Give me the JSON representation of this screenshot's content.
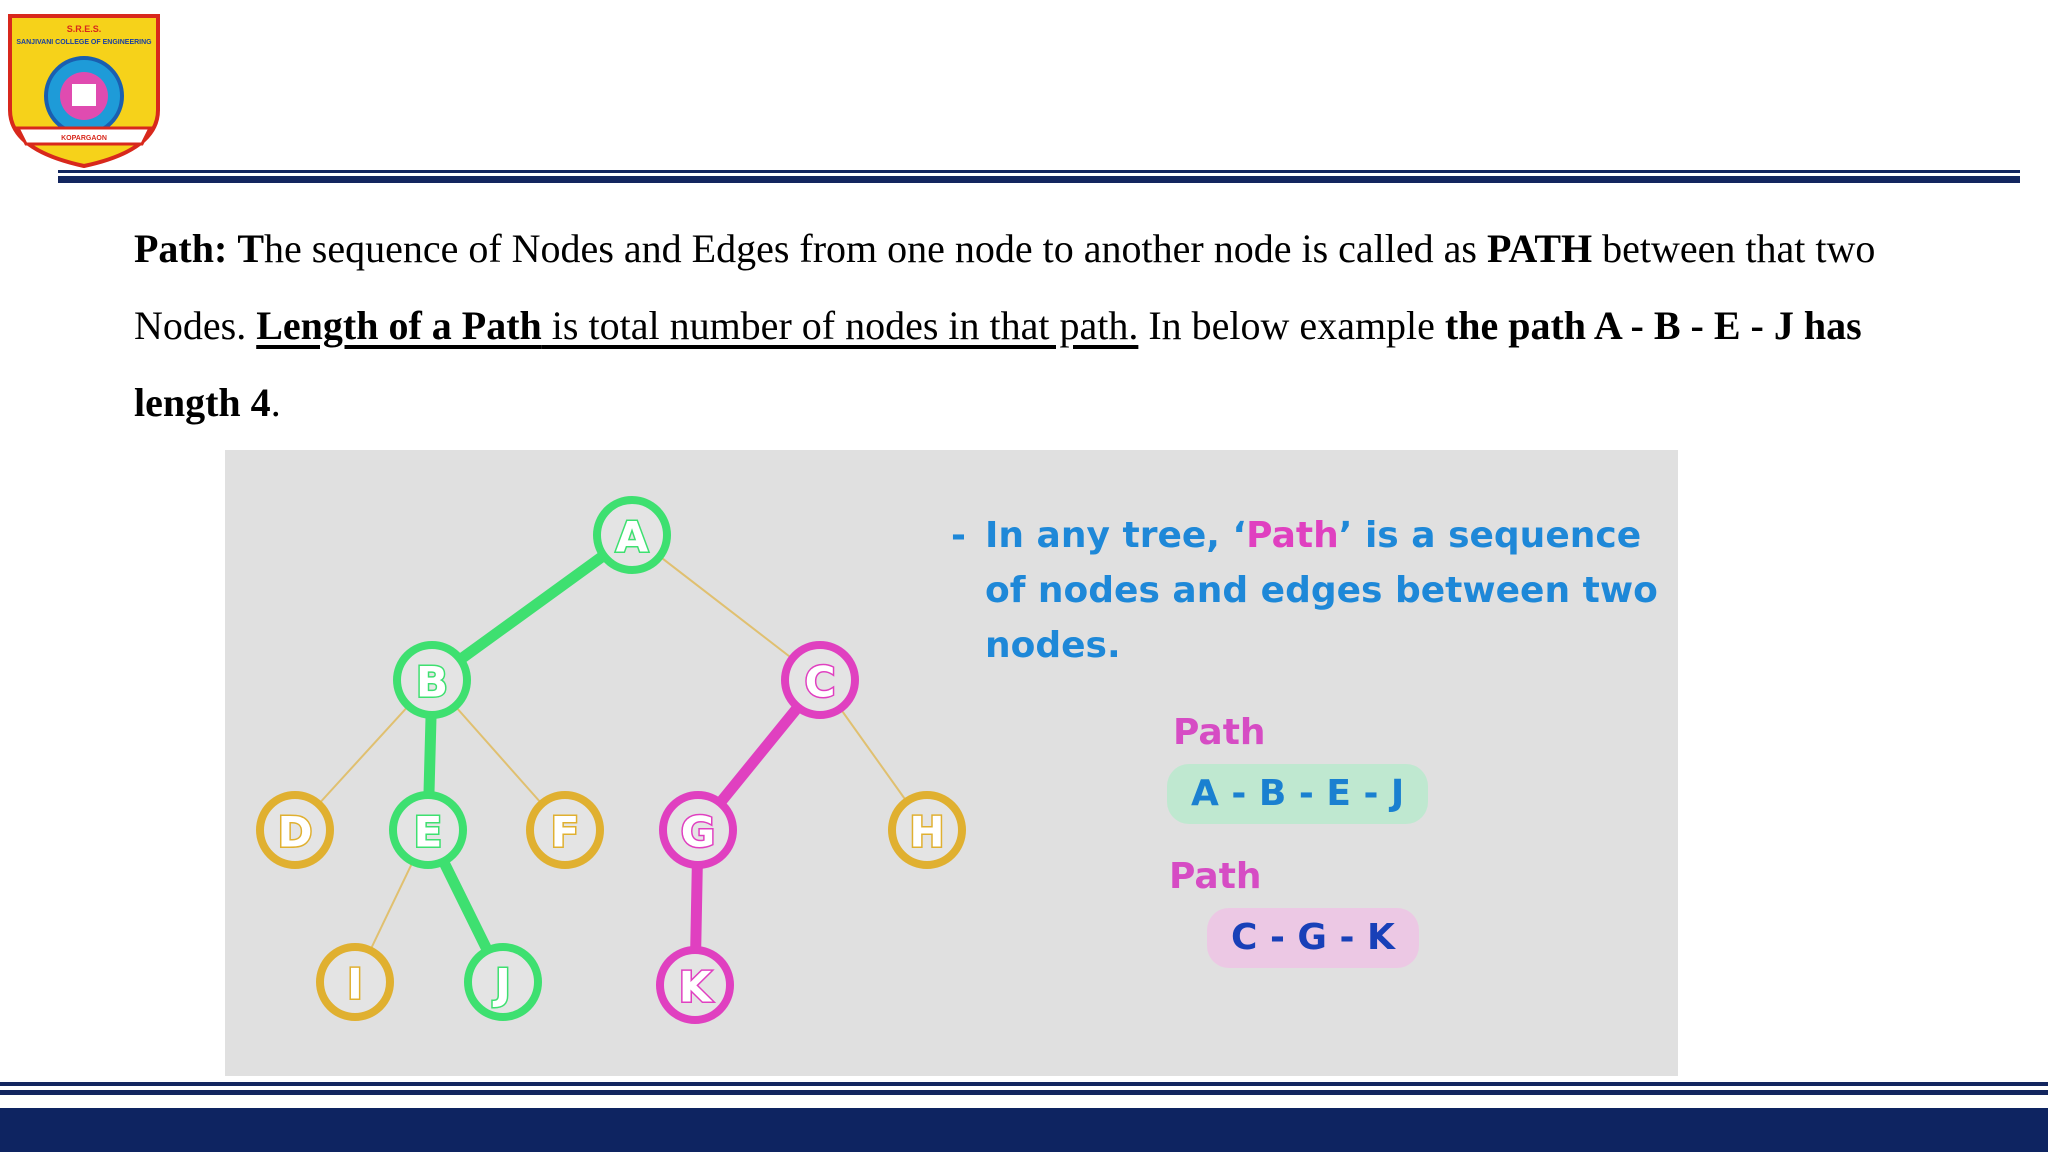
{
  "header": {
    "logo_icon": "college-crest-icon",
    "logo_text_top": "S.R.E.S.",
    "logo_text_name": "SANJIVANI COLLEGE OF ENGINEERING",
    "logo_text_place": "KOPARGAON"
  },
  "paragraph": {
    "term": "Path:",
    "cap_t": "T",
    "text1": "he sequence of Nodes and Edges from one node to another node is called as ",
    "path_word": "PATH",
    "text2": " between that two Nodes. ",
    "length_term": "Length of a Path",
    "length_def": " is total number of nodes in that path.",
    "text3": " In below example ",
    "example_bold": "the path A - B - E - J has length 4",
    "end": "."
  },
  "figure": {
    "nodes": [
      {
        "id": "A",
        "label": "A",
        "color": "#3ee070"
      },
      {
        "id": "B",
        "label": "B",
        "color": "#3ee070"
      },
      {
        "id": "C",
        "label": "C",
        "color": "#e040c0"
      },
      {
        "id": "D",
        "label": "D",
        "color": "#e0b030"
      },
      {
        "id": "E",
        "label": "E",
        "color": "#3ee070"
      },
      {
        "id": "F",
        "label": "F",
        "color": "#e0b030"
      },
      {
        "id": "G",
        "label": "G",
        "color": "#e040c0"
      },
      {
        "id": "H",
        "label": "H",
        "color": "#e0b030"
      },
      {
        "id": "I",
        "label": "I",
        "color": "#e0b030"
      },
      {
        "id": "J",
        "label": "J",
        "color": "#3ee070"
      },
      {
        "id": "K",
        "label": "K",
        "color": "#e040c0"
      }
    ],
    "edges": [
      {
        "from": "A",
        "to": "B",
        "kind": "green"
      },
      {
        "from": "A",
        "to": "C",
        "kind": "thin"
      },
      {
        "from": "B",
        "to": "D",
        "kind": "thin"
      },
      {
        "from": "B",
        "to": "E",
        "kind": "green"
      },
      {
        "from": "B",
        "to": "F",
        "kind": "thin"
      },
      {
        "from": "C",
        "to": "G",
        "kind": "pink"
      },
      {
        "from": "C",
        "to": "H",
        "kind": "thin"
      },
      {
        "from": "E",
        "to": "I",
        "kind": "thin"
      },
      {
        "from": "E",
        "to": "J",
        "kind": "green"
      },
      {
        "from": "G",
        "to": "K",
        "kind": "pink"
      }
    ],
    "note": {
      "dash": "-",
      "before": "In any tree, ‘",
      "highlight": "Path",
      "after": "’ is a sequence of nodes and edges between two nodes."
    },
    "path1_label": "Path",
    "path1_value": "A - B - E - J",
    "path2_label": "Path",
    "path2_value": "C - G - K",
    "colors": {
      "green": "#3ee070",
      "pink": "#e040c0",
      "thin": "#e0c070",
      "blue_text": "#1e88d8"
    }
  }
}
